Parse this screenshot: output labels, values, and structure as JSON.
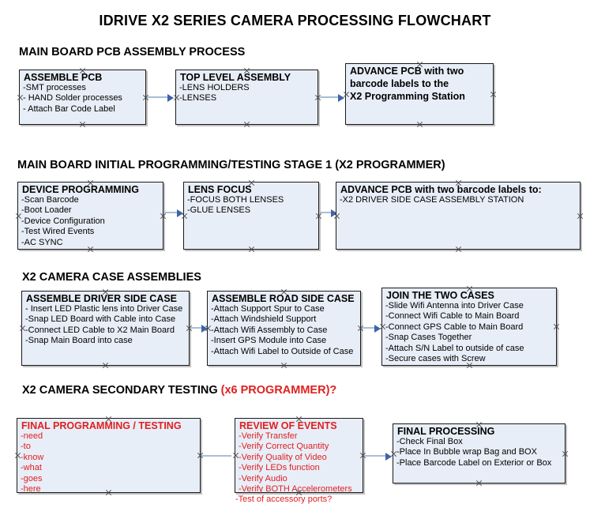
{
  "title": "IDRIVE X2  SERIES CAMERA PROCESSING FLOWCHART",
  "colors": {
    "node_fill": "#e8eef7",
    "node_border": "#1a1a1a",
    "connector": "#a8bed4",
    "arrowhead": "#3f63a8",
    "accent_red": "#e02020",
    "text": "#000000",
    "background": "#ffffff"
  },
  "sections": [
    {
      "heading": "MAIN BOARD PCB ASSEMBLY PROCESS",
      "heading_accent": "",
      "nodes": [
        {
          "title": "ASSEMBLE PCB",
          "items": [
            "-SMT processes",
            "- HAND Solder processes",
            "- Attach Bar Code Label"
          ]
        },
        {
          "title": "TOP LEVEL ASSEMBLY",
          "items": [
            "-LENS HOLDERS",
            "-LENSES"
          ]
        },
        {
          "title": "ADVANCE PCB with two",
          "items": [
            "barcode labels to the",
            " X2 Programming Station"
          ]
        }
      ]
    },
    {
      "heading": "MAIN BOARD INITIAL PROGRAMMING/TESTING STAGE 1 (X2 PROGRAMMER)",
      "heading_accent": "",
      "nodes": [
        {
          "title": "DEVICE PROGRAMMING",
          "items": [
            "-Scan Barcode",
            "-Boot Loader",
            "-Device Configuration",
            "-Test Wired Events",
            "-AC SYNC"
          ]
        },
        {
          "title": "LENS FOCUS",
          "items": [
            "-FOCUS BOTH LENSES",
            "-GLUE LENSES"
          ]
        },
        {
          "title": "ADVANCE PCB with two barcode labels to:",
          "items": [
            "-X2 DRIVER  SIDE  CASE  ASSEMBLY STATION"
          ]
        }
      ]
    },
    {
      "heading": "X2 CAMERA CASE ASSEMBLIES",
      "heading_accent": "",
      "nodes": [
        {
          "title": "ASSEMBLE DRIVER SIDE CASE",
          "items": [
            "- Insert LED Plastic lens into Driver Case",
            "-Snap LED Board with Cable into Case",
            "-Connect LED Cable to X2 Main Board",
            "-Snap Main Board into case"
          ]
        },
        {
          "title": "ASSEMBLE ROAD SIDE CASE",
          "items": [
            "-Attach Support Spur to Case",
            "-Attach Windshield Support",
            "-Attach Wifi Assembly to Case",
            "-Insert GPS Module into Case",
            "-Attach Wifi Label to Outside of Case"
          ]
        },
        {
          "title": "JOIN THE TWO CASES",
          "items": [
            "-Slide Wifi Antenna into Driver Case",
            "-Connect Wifi Cable to Main Board",
            "-Connect GPS Cable to Main Board",
            "-Snap Cases Together",
            "-Attach S/N Label to outside of case",
            "-Secure cases with Screw"
          ]
        }
      ]
    },
    {
      "heading": "X2 CAMERA SECONDARY TESTING ",
      "heading_accent": "(x6 PROGRAMMER)?",
      "nodes": [
        {
          "title": "FINAL PROGRAMMING / TESTING",
          "items": [
            "-need",
            "-to",
            "-know",
            "-what",
            "-goes",
            "-here"
          ]
        },
        {
          "title": "REVIEW OF EVENTS",
          "items": [
            "-Verify Transfer",
            "-Verify Correct Quantity",
            "-Verify Quality of Video",
            "-Verify LEDs function",
            "-Verify Audio",
            "-Verify BOTH Accelerometers"
          ],
          "overflow_item": "-Test of accessory ports?"
        },
        {
          "title": "FINAL PROCESSING",
          "items": [
            " -Check Final Box",
            "-Place In Bubble wrap Bag and BOX",
            "-Place Barcode Label on Exterior or Box"
          ]
        }
      ]
    }
  ]
}
